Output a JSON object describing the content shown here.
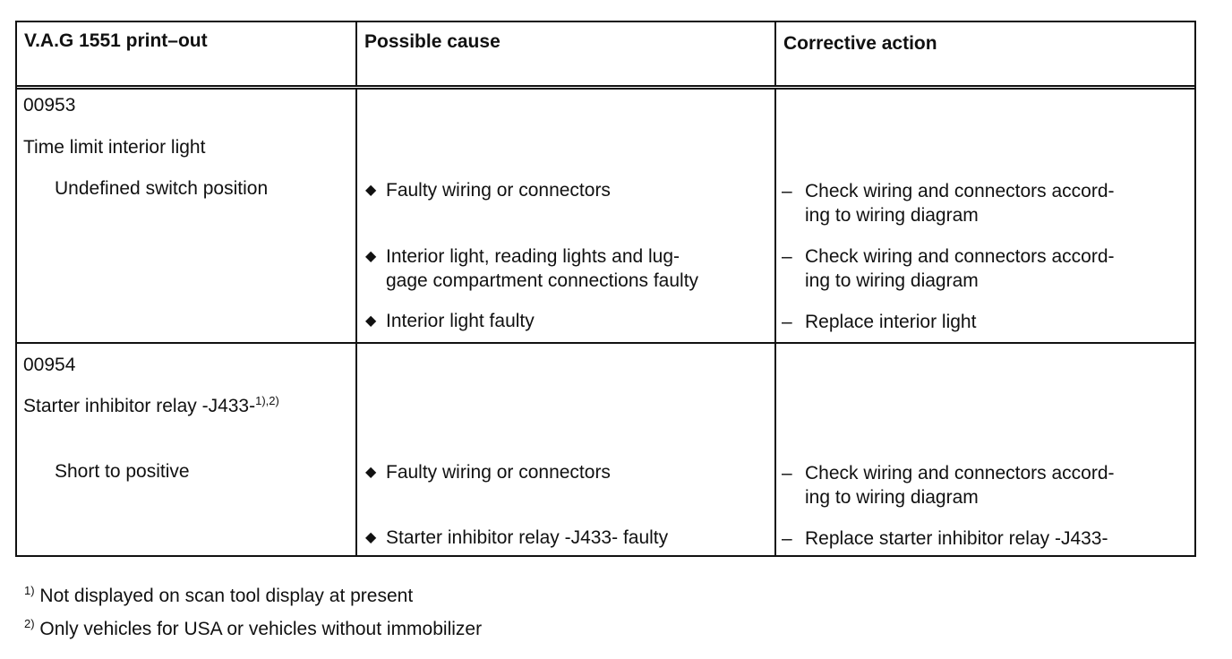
{
  "headers": {
    "col1": "V.A.G 1551 print–out",
    "col2": "Possible cause",
    "col3": "Corrective action"
  },
  "section1": {
    "code": "00953",
    "component": "Time limit interior light",
    "condition": "Undefined switch position",
    "rows": [
      {
        "cause_lines": [
          "Faulty wiring or connectors"
        ],
        "action_lines": [
          "Check wiring and connectors accord-",
          "ing to wiring diagram"
        ]
      },
      {
        "cause_lines": [
          "Interior light, reading lights and lug-",
          "gage compartment connections faulty"
        ],
        "action_lines": [
          "Check wiring and connectors accord-",
          "ing to wiring diagram"
        ]
      },
      {
        "cause_lines": [
          "Interior light faulty"
        ],
        "action_lines": [
          "Replace interior light"
        ]
      }
    ]
  },
  "section2": {
    "code": "00954",
    "component": "Starter inhibitor relay -J433-",
    "component_sup": "1),2)",
    "condition": "Short to positive",
    "rows": [
      {
        "cause_lines": [
          "Faulty wiring or connectors"
        ],
        "action_lines": [
          "Check wiring and connectors accord-",
          "ing to wiring diagram"
        ]
      },
      {
        "cause_lines": [
          "Starter inhibitor relay -J433- faulty"
        ],
        "action_lines": [
          "Replace starter inhibitor relay -J433-"
        ]
      }
    ]
  },
  "footnotes": [
    {
      "mark": "1)",
      "text": "Not displayed on scan tool display at present"
    },
    {
      "mark": "2)",
      "text": "Only vehicles for USA or vehicles without immobilizer"
    }
  ],
  "symbols": {
    "bullet": "◆",
    "dash": "–"
  }
}
